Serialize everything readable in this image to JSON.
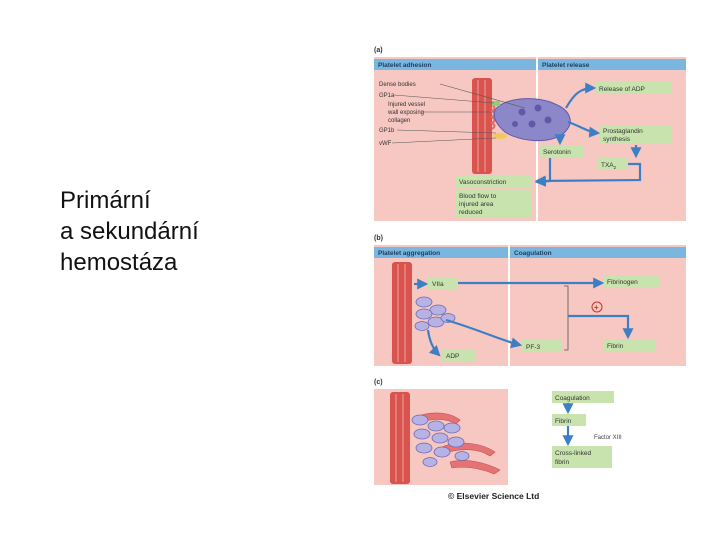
{
  "slide": {
    "title_lines": [
      "Primární",
      "a sekundární",
      "hemostáza"
    ]
  },
  "figure": {
    "panel_a": {
      "tag": "(a)",
      "left_header": "Platelet adhesion",
      "right_header": "Platelet release",
      "labels": {
        "dense_bodies": "Dense bodies",
        "gp1a": "GP1a",
        "injured1": "Injured vessel",
        "injured2": "wall exposing",
        "injured3": "collagen",
        "gp1b": "GP1b",
        "vwf": "vWF"
      },
      "boxes": {
        "release_adp": "Release of ADP",
        "prostaglandin1": "Prostaglandin",
        "prostaglandin2": "synthesis",
        "serotonin": "Serotonin",
        "txa2": "TXA",
        "txa2_sub": "2",
        "vasoconstriction": "Vasoconstriction",
        "blood1": "Blood flow to",
        "blood2": "injured area",
        "blood3": "reduced"
      }
    },
    "panel_b": {
      "tag": "(b)",
      "left_header": "Platelet aggregation",
      "right_header": "Coagulation",
      "boxes": {
        "viia": "VIIa",
        "adp": "ADP",
        "pf3": "PF-3",
        "fibrinogen": "Fibrinogen",
        "fibrin": "Fibrin",
        "plus": "+"
      }
    },
    "panel_c": {
      "tag": "(c)",
      "boxes": {
        "coagulation": "Coagulation",
        "fibrin": "Fibrin",
        "factor": "Factor XIII",
        "crosslinked1": "Cross-linked",
        "crosslinked2": "fibrin"
      }
    },
    "copyright": "© Elsevier Science Ltd",
    "colors": {
      "panel_bg": "#f7c7c2",
      "header_bar": "#79b7e0",
      "box_green": "#c9e3ae",
      "arrow_blue": "#3c7fc4",
      "vessel": "#d9534f",
      "platelet": "#8c87c9"
    }
  }
}
